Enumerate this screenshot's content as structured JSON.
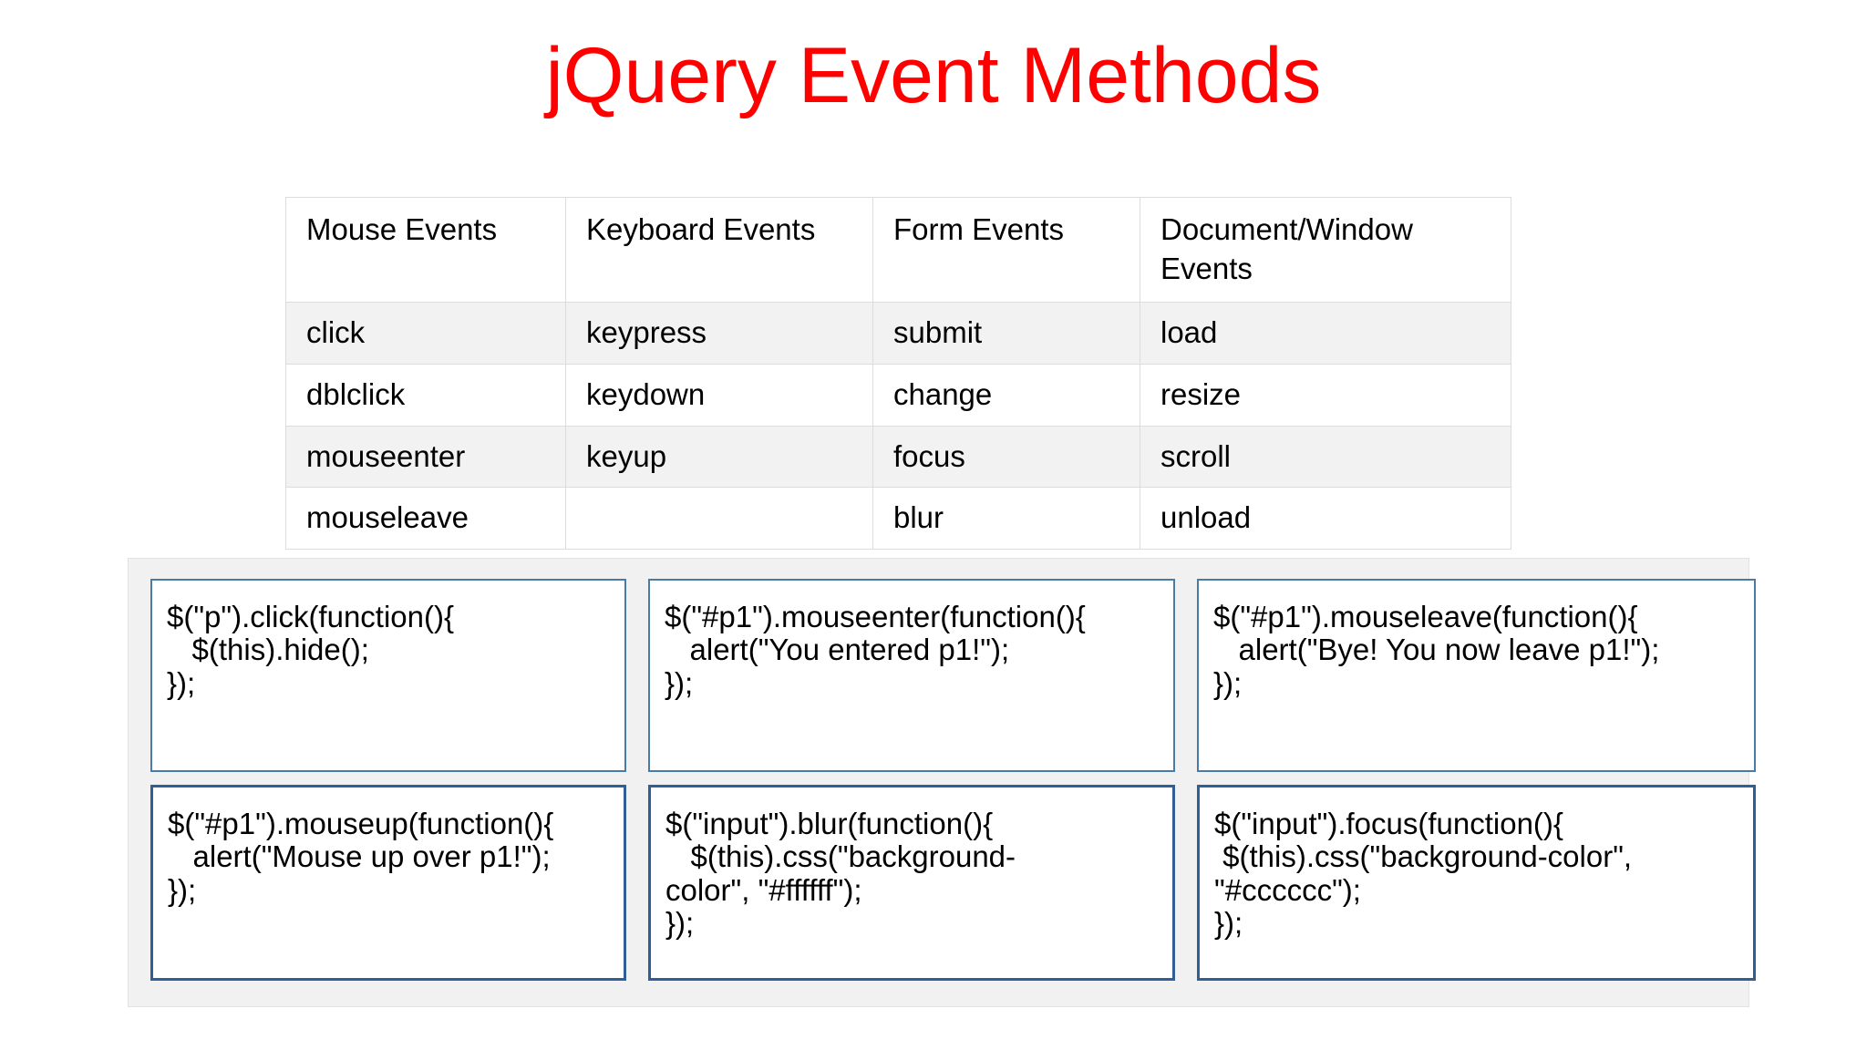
{
  "slide": {
    "title": "jQuery Event Methods",
    "title_color": "#ff0000",
    "background_color": "#ffffff"
  },
  "events_table": {
    "headers": [
      "Mouse Events",
      "Keyboard Events",
      "Form Events",
      "Document/Window Events"
    ],
    "rows": [
      {
        "shaded": true,
        "cells": [
          "click",
          "keypress",
          "submit",
          "load"
        ]
      },
      {
        "shaded": false,
        "cells": [
          "dblclick",
          "keydown",
          "change",
          "resize"
        ]
      },
      {
        "shaded": true,
        "cells": [
          "mouseenter",
          "keyup",
          "focus",
          "scroll"
        ]
      },
      {
        "shaded": false,
        "cells": [
          "mouseleave",
          "",
          "blur",
          "unload"
        ]
      }
    ],
    "border_color": "#dcdcdc",
    "shade_color": "#f2f2f2"
  },
  "code_panel": {
    "background_color": "#f1f1f1",
    "box_border_color": "#4a7ba7",
    "boxes": [
      {
        "name": "click-example",
        "code": "$(\"p\").click(function(){\n   $(this).hide();\n});"
      },
      {
        "name": "mouseenter-example",
        "code": "$(\"#p1\").mouseenter(function(){\n   alert(\"You entered p1!\");\n});"
      },
      {
        "name": "mouseleave-example",
        "code": "$(\"#p1\").mouseleave(function(){\n   alert(\"Bye! You now leave p1!\");\n});"
      },
      {
        "name": "mouseup-example",
        "code": "$(\"#p1\").mouseup(function(){\n   alert(\"Mouse up over p1!\");\n});"
      },
      {
        "name": "blur-example",
        "code": "$(\"input\").blur(function(){\n   $(this).css(\"background-\ncolor\", \"#ffffff\");\n});"
      },
      {
        "name": "focus-example",
        "code": "$(\"input\").focus(function(){\n $(this).css(\"background-color\",\n\"#cccccc\");\n});"
      }
    ]
  }
}
